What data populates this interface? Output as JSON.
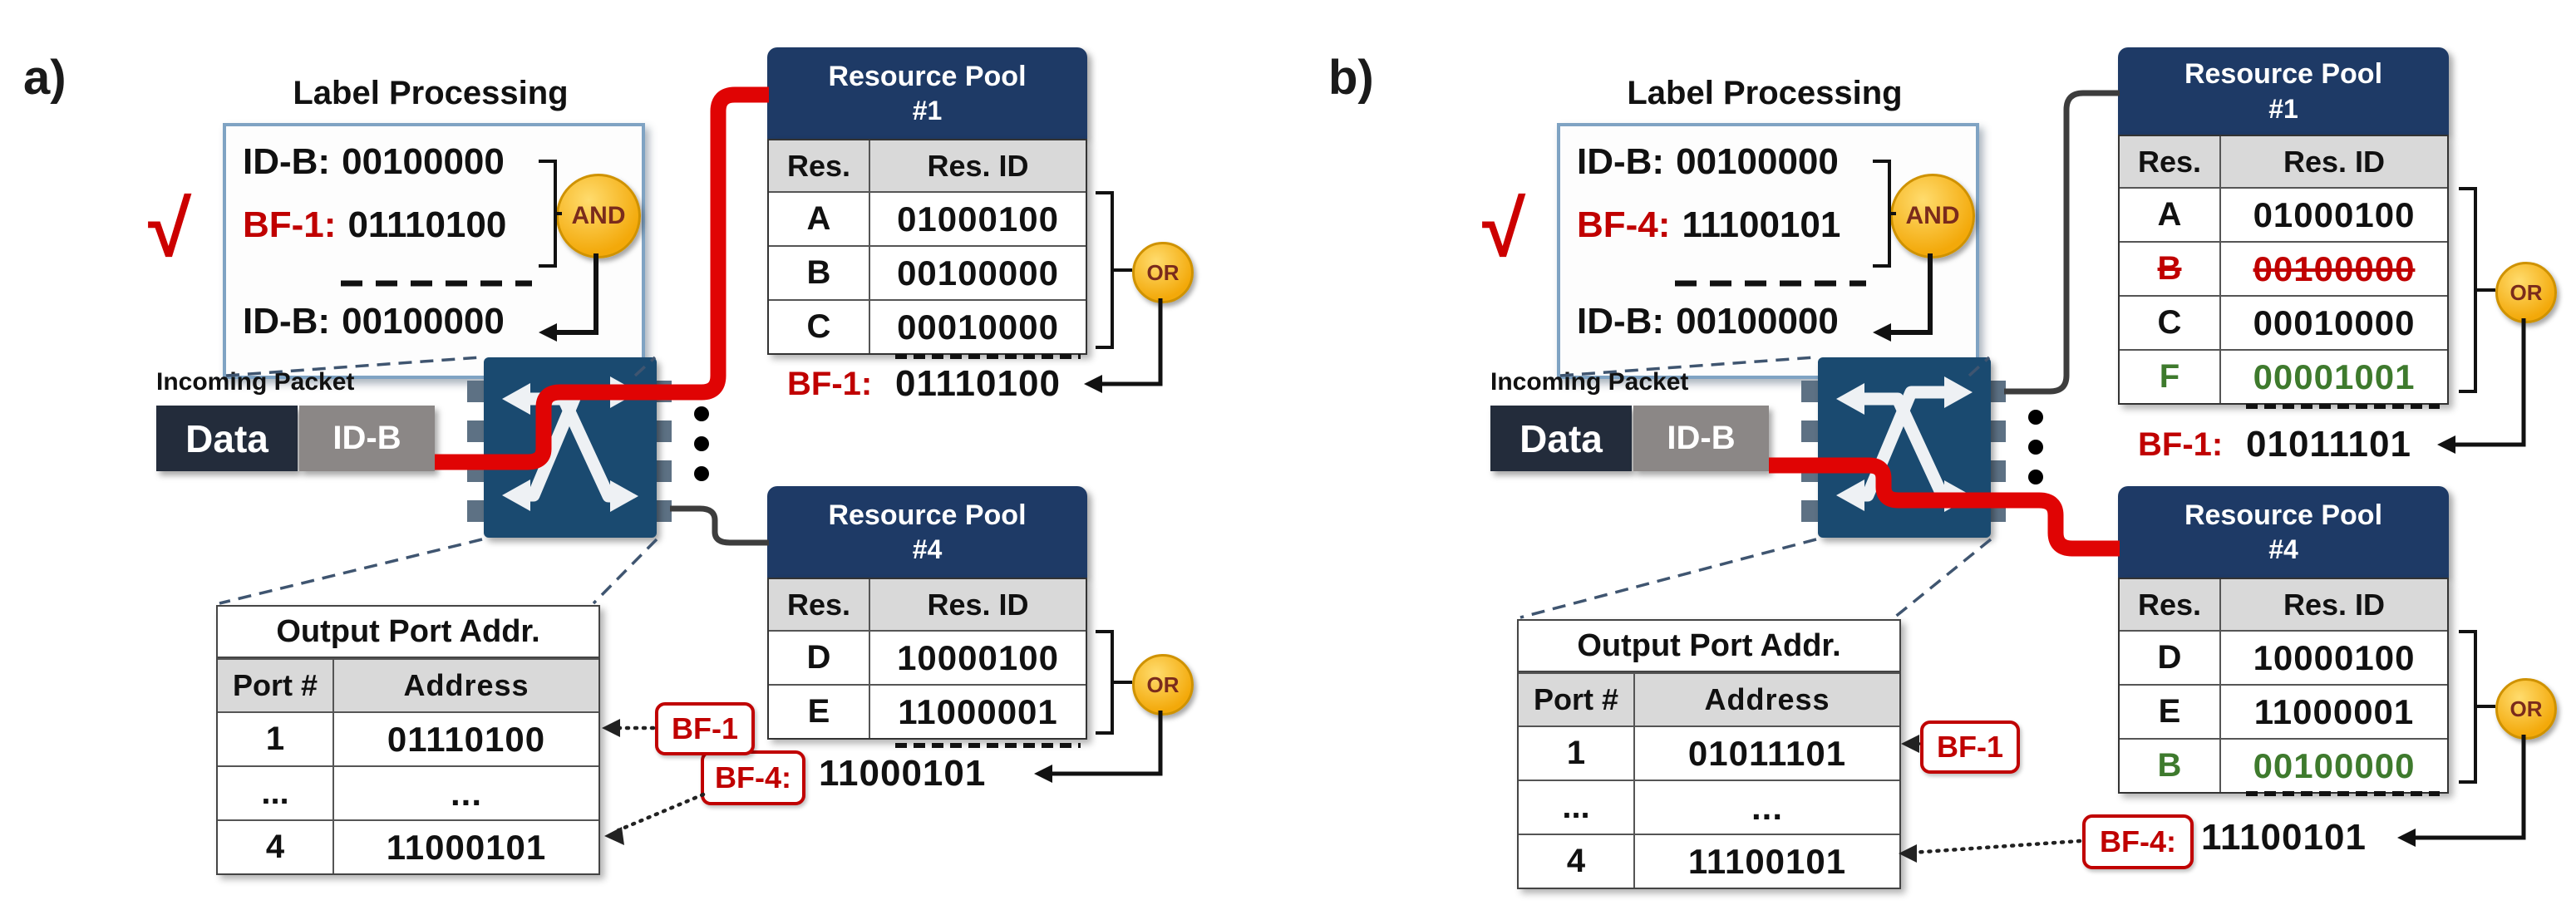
{
  "colors": {
    "accent_red": "#c00000",
    "path_red": "#e00404",
    "pool_navy": "#1e3a66",
    "switch_navy": "#1a4a70",
    "packet_data_bg": "#232c3b",
    "packet_id_bg": "#8b8786",
    "table_header_gray": "#d9d9d9",
    "operator_yellow": "#f3a90a",
    "added_green": "#3e7a2d"
  },
  "panels": [
    {
      "panel_label": "a)",
      "label_processing": {
        "title": "Label Processing",
        "check_icon": "√",
        "row1": {
          "key": "ID-B:",
          "value": "00100000"
        },
        "row2": {
          "key": "BF-1:",
          "value": "01110100"
        },
        "row3": {
          "key": "ID-B:",
          "value": "00100000"
        },
        "and_operator": "AND"
      },
      "incoming_packet": {
        "title": "Incoming Packet",
        "data_label": "Data",
        "id_label": "ID-B"
      },
      "resource_pool_1": {
        "title": "Resource Pool",
        "number": "#1",
        "columns": {
          "res": "Res.",
          "res_id": "Res. ID"
        },
        "rows": [
          {
            "res": "A",
            "id": "01000100"
          },
          {
            "res": "B",
            "id": "00100000"
          },
          {
            "res": "C",
            "id": "00010000"
          }
        ],
        "or_operator": "OR",
        "bloom_filter": {
          "key": "BF-1:",
          "value": "01110100"
        }
      },
      "resource_pool_4": {
        "title": "Resource Pool",
        "number": "#4",
        "columns": {
          "res": "Res.",
          "res_id": "Res. ID"
        },
        "rows": [
          {
            "res": "D",
            "id": "10000100"
          },
          {
            "res": "E",
            "id": "11000001"
          }
        ],
        "or_operator": "OR",
        "bloom_filter": {
          "key": "BF-4:",
          "value": "11000101"
        }
      },
      "output_table": {
        "title": "Output Port Addr.",
        "columns": {
          "port": "Port #",
          "address": "Address"
        },
        "rows": [
          {
            "port": "1",
            "address": "01110100"
          },
          {
            "port": "...",
            "address": "..."
          },
          {
            "port": "4",
            "address": "11000101"
          }
        ],
        "bf1_tag": "BF-1"
      }
    },
    {
      "panel_label": "b)",
      "label_processing": {
        "title": "Label Processing",
        "check_icon": "√",
        "row1": {
          "key": "ID-B:",
          "value": "00100000"
        },
        "row2": {
          "key": "BF-4:",
          "value": "11100101"
        },
        "row3": {
          "key": "ID-B:",
          "value": "00100000"
        },
        "and_operator": "AND"
      },
      "incoming_packet": {
        "title": "Incoming Packet",
        "data_label": "Data",
        "id_label": "ID-B"
      },
      "resource_pool_1": {
        "title": "Resource Pool",
        "number": "#1",
        "columns": {
          "res": "Res.",
          "res_id": "Res. ID"
        },
        "rows": [
          {
            "res": "A",
            "id": "01000100"
          },
          {
            "res": "B",
            "id": "00100000",
            "state": "removed"
          },
          {
            "res": "C",
            "id": "00010000"
          },
          {
            "res": "F",
            "id": "00001001",
            "state": "added"
          }
        ],
        "or_operator": "OR",
        "bloom_filter": {
          "key": "BF-1:",
          "value": "01011101"
        }
      },
      "resource_pool_4": {
        "title": "Resource Pool",
        "number": "#4",
        "columns": {
          "res": "Res.",
          "res_id": "Res. ID"
        },
        "rows": [
          {
            "res": "D",
            "id": "10000100"
          },
          {
            "res": "E",
            "id": "11000001"
          },
          {
            "res": "B",
            "id": "00100000",
            "state": "added"
          }
        ],
        "or_operator": "OR",
        "bloom_filter": {
          "key": "BF-4:",
          "value": "11100101"
        }
      },
      "output_table": {
        "title": "Output Port Addr.",
        "columns": {
          "port": "Port #",
          "address": "Address"
        },
        "rows": [
          {
            "port": "1",
            "address": "01011101"
          },
          {
            "port": "...",
            "address": "..."
          },
          {
            "port": "4",
            "address": "11100101"
          }
        ],
        "bf1_tag": "BF-1"
      }
    }
  ]
}
